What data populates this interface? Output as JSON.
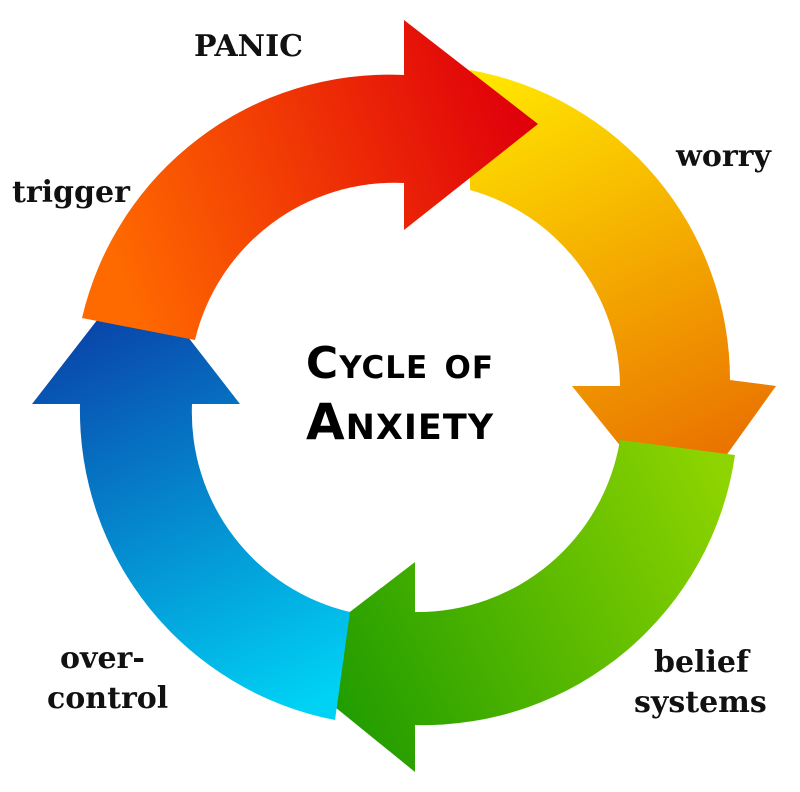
{
  "title": {
    "line1": "Cycle of",
    "line2": "Anxiety"
  },
  "stages": [
    {
      "id": "panic",
      "label": "PANIC"
    },
    {
      "id": "worry",
      "label": "worry"
    },
    {
      "id": "belief-systems",
      "label_line1": "belief",
      "label_line2": "systems"
    },
    {
      "id": "over-control",
      "label_line1": "over-",
      "label_line2": "control"
    },
    {
      "id": "trigger",
      "label": "trigger"
    }
  ],
  "colors": {
    "red_arrow_start": "#ff6a00",
    "red_arrow_end": "#e0000a",
    "yellow_arrow_start": "#ffe000",
    "yellow_arrow_end": "#e86a00",
    "green_arrow_start": "#8ed000",
    "green_arrow_end": "#1c9a00",
    "blue_arrow_start": "#00c8f0",
    "blue_arrow_end": "#0a3ea8",
    "text": "#111111"
  }
}
